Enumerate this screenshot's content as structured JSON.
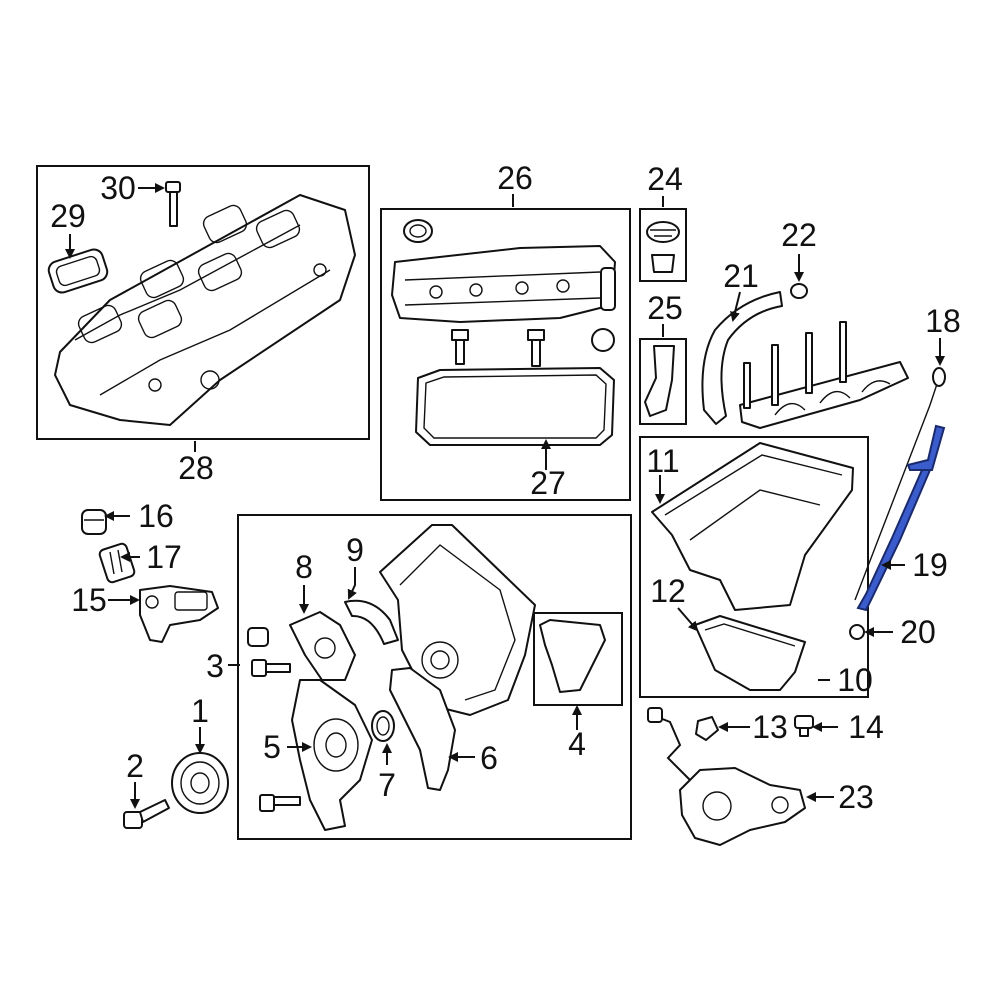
{
  "callouts": [
    "1",
    "2",
    "3",
    "4",
    "5",
    "6",
    "7",
    "8",
    "9",
    "10",
    "11",
    "12",
    "13",
    "14",
    "15",
    "16",
    "17",
    "18",
    "19",
    "20",
    "21",
    "22",
    "23",
    "24",
    "25",
    "26",
    "27",
    "28",
    "29",
    "30"
  ],
  "colors": {
    "highlight": "#3b5ccc",
    "line": "#111111",
    "background": "#ffffff"
  }
}
